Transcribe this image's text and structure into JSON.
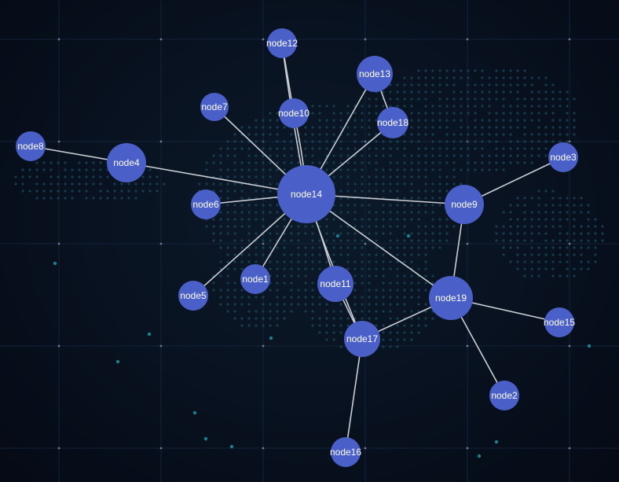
{
  "graph": {
    "nodes": [
      {
        "id": "node1",
        "label": "node1"
      },
      {
        "id": "node2",
        "label": "node2"
      },
      {
        "id": "node3",
        "label": "node3"
      },
      {
        "id": "node4",
        "label": "node4"
      },
      {
        "id": "node5",
        "label": "node5"
      },
      {
        "id": "node6",
        "label": "node6"
      },
      {
        "id": "node7",
        "label": "node7"
      },
      {
        "id": "node8",
        "label": "node8"
      },
      {
        "id": "node9",
        "label": "node9"
      },
      {
        "id": "node10",
        "label": "node10"
      },
      {
        "id": "node11",
        "label": "node11"
      },
      {
        "id": "node12",
        "label": "node12"
      },
      {
        "id": "node13",
        "label": "node13"
      },
      {
        "id": "node14",
        "label": "node14"
      },
      {
        "id": "node15",
        "label": "node15"
      },
      {
        "id": "node16",
        "label": "node16"
      },
      {
        "id": "node17",
        "label": "node17"
      },
      {
        "id": "node18",
        "label": "node18"
      },
      {
        "id": "node19",
        "label": "node19"
      }
    ],
    "edges": [
      {
        "source": "node14",
        "target": "node4"
      },
      {
        "source": "node4",
        "target": "node8"
      },
      {
        "source": "node14",
        "target": "node7"
      },
      {
        "source": "node14",
        "target": "node10"
      },
      {
        "source": "node10",
        "target": "node12"
      },
      {
        "source": "node14",
        "target": "node12"
      },
      {
        "source": "node14",
        "target": "node13"
      },
      {
        "source": "node13",
        "target": "node18"
      },
      {
        "source": "node14",
        "target": "node18"
      },
      {
        "source": "node14",
        "target": "node6"
      },
      {
        "source": "node14",
        "target": "node5"
      },
      {
        "source": "node14",
        "target": "node1"
      },
      {
        "source": "node14",
        "target": "node11"
      },
      {
        "source": "node14",
        "target": "node17"
      },
      {
        "source": "node11",
        "target": "node17"
      },
      {
        "source": "node14",
        "target": "node9"
      },
      {
        "source": "node14",
        "target": "node19"
      },
      {
        "source": "node9",
        "target": "node3"
      },
      {
        "source": "node9",
        "target": "node19"
      },
      {
        "source": "node19",
        "target": "node17"
      },
      {
        "source": "node19",
        "target": "node15"
      },
      {
        "source": "node19",
        "target": "node2"
      },
      {
        "source": "node17",
        "target": "node16"
      }
    ],
    "colors": {
      "node": "#4a5fc7",
      "edge": "#c9cdd4",
      "background": "#070d1a"
    }
  }
}
